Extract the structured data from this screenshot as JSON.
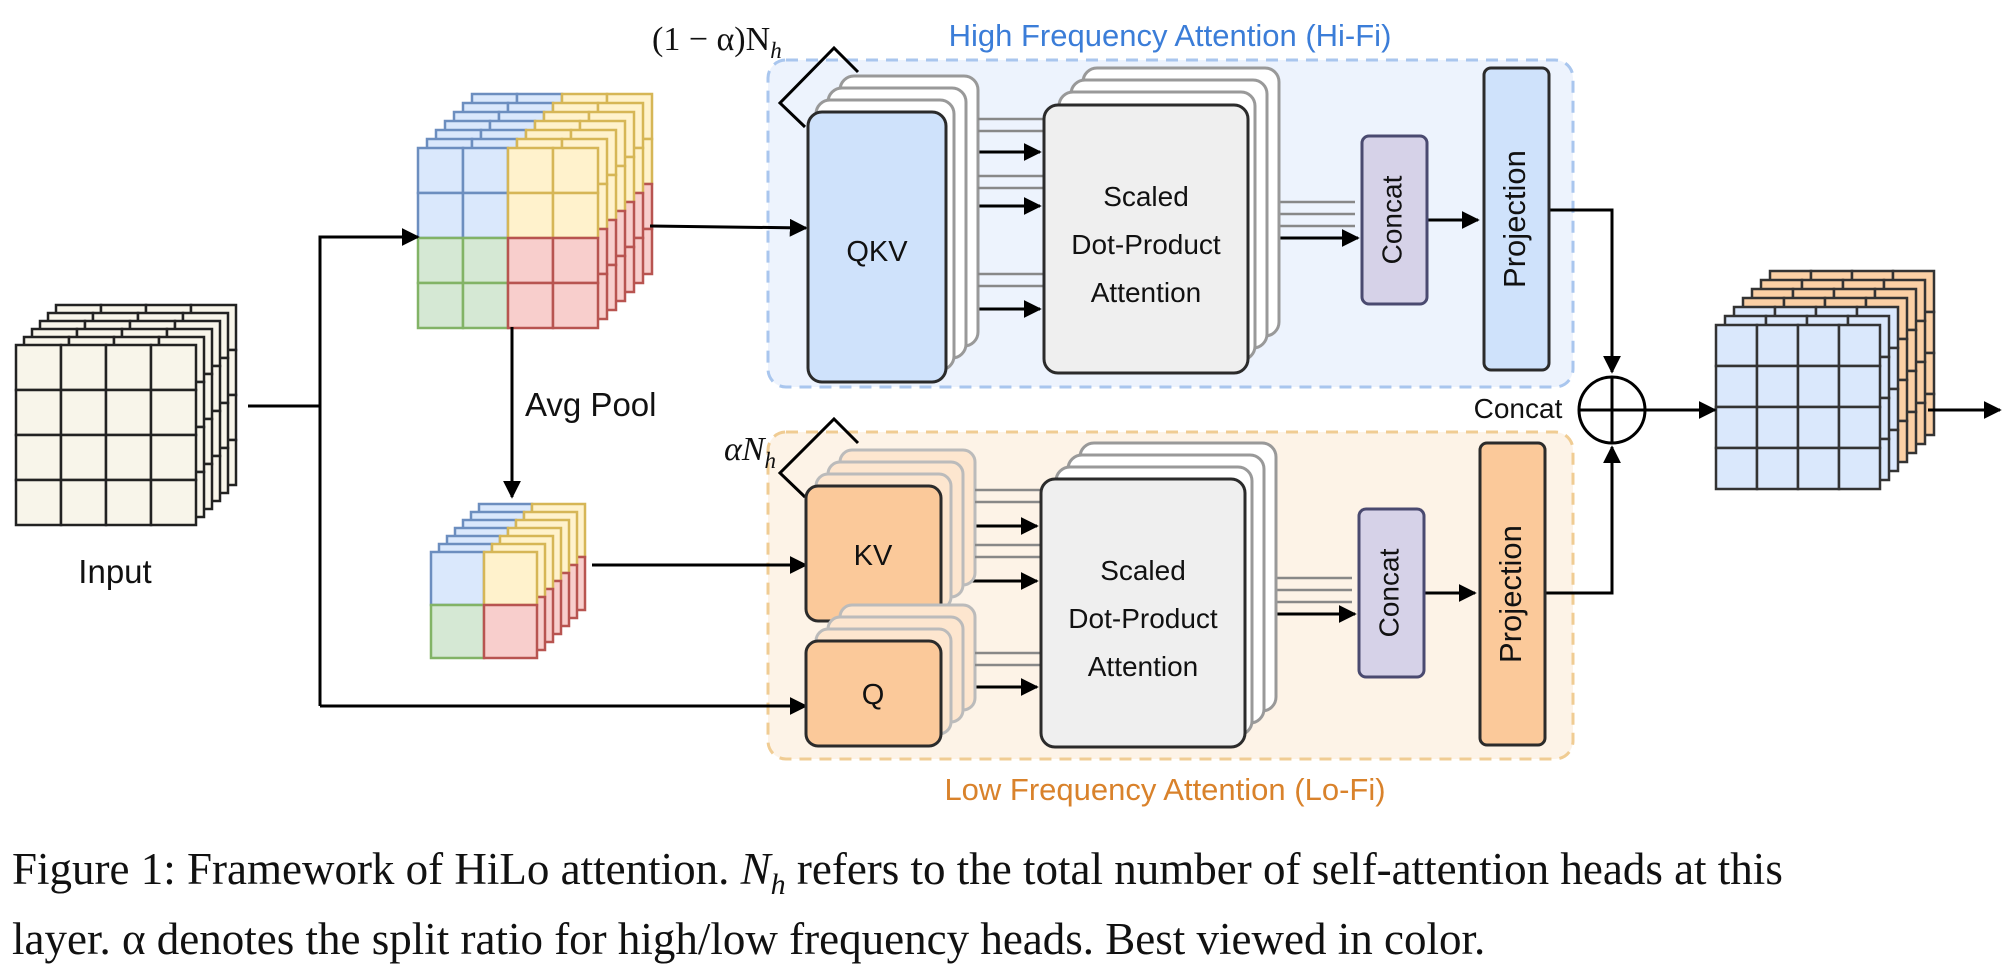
{
  "hifi": {
    "title": "High Frequency Attention (Hi-Fi)",
    "heads_label": "(1 − α)N",
    "heads_sub": "h",
    "qkv_label": "QKV",
    "attention_lines": [
      "Scaled",
      "Dot-Product",
      "Attention"
    ],
    "concat_label": "Concat",
    "projection_label": "Projection"
  },
  "lofi": {
    "title": "Low Frequency Attention (Lo-Fi)",
    "heads_label": "αN",
    "heads_sub": "h",
    "kv_label": "KV",
    "q_label": "Q",
    "attention_lines": [
      "Scaled",
      "Dot-Product",
      "Attention"
    ],
    "concat_label": "Concat",
    "projection_label": "Projection"
  },
  "input_label": "Input",
  "avgpool_label": "Avg Pool",
  "output_concat_label": "Concat",
  "caption": {
    "line1_pre": "Figure 1: Framework of HiLo attention.",
    "line1_symbol": "N",
    "line1_symbol_sub": "h",
    "line1_post": "refers to the total number of self-attention heads at this",
    "line2": "layer. α denotes the split ratio for high/low frequency heads. Best viewed in color."
  },
  "colors": {
    "hifi_accent": "#3b7dd8",
    "lofi_accent": "#d9822b",
    "qkv_fill": "#cfe2fb",
    "kv_fill": "#fbc99a",
    "attention_fill": "#efefef",
    "concat_fill": "#d6d2e8",
    "input_fill": "#f8f5ea",
    "blue_cell": "#dae8fc",
    "yellow_cell": "#fff2cc",
    "green_cell": "#d5e8d4",
    "red_cell": "#f8cecc",
    "orange_cell": "#fbd0a5"
  }
}
